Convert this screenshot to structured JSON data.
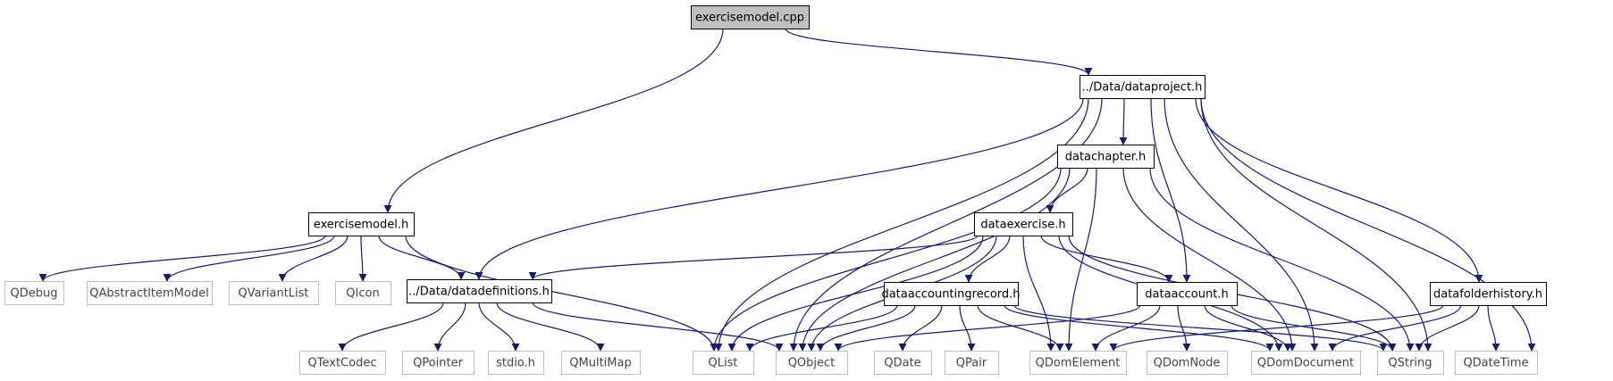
{
  "colors": {
    "edge": "#191970",
    "root_fill": "#bfbfbf",
    "node_border": "#000000",
    "external_border": "#bfbfbf"
  },
  "nodes": {
    "exercisemodel_cpp": "exercisemodel.cpp",
    "dataproject_h": "../Data/dataproject.h",
    "exercisemodel_h": "exercisemodel.h",
    "datachapter_h": "datachapter.h",
    "dataexercise_h": "dataexercise.h",
    "datadefinitions_h": "../Data/datadefinitions.h",
    "dataaccountingrecord_h": "dataaccountingrecord.h",
    "dataaccount_h": "dataaccount.h",
    "datafolderhistory_h": "datafolderhistory.h",
    "QDebug": "QDebug",
    "QAbstractItemModel": "QAbstractItemModel",
    "QVariantList": "QVariantList",
    "QIcon": "QIcon",
    "QTextCodec": "QTextCodec",
    "QPointer": "QPointer",
    "stdio_h": "stdio.h",
    "QMultiMap": "QMultiMap",
    "QList": "QList",
    "QObject": "QObject",
    "QDate": "QDate",
    "QPair": "QPair",
    "QDomElement": "QDomElement",
    "QDomNode": "QDomNode",
    "QDomDocument": "QDomDocument",
    "QString": "QString",
    "QDateTime": "QDateTime"
  }
}
